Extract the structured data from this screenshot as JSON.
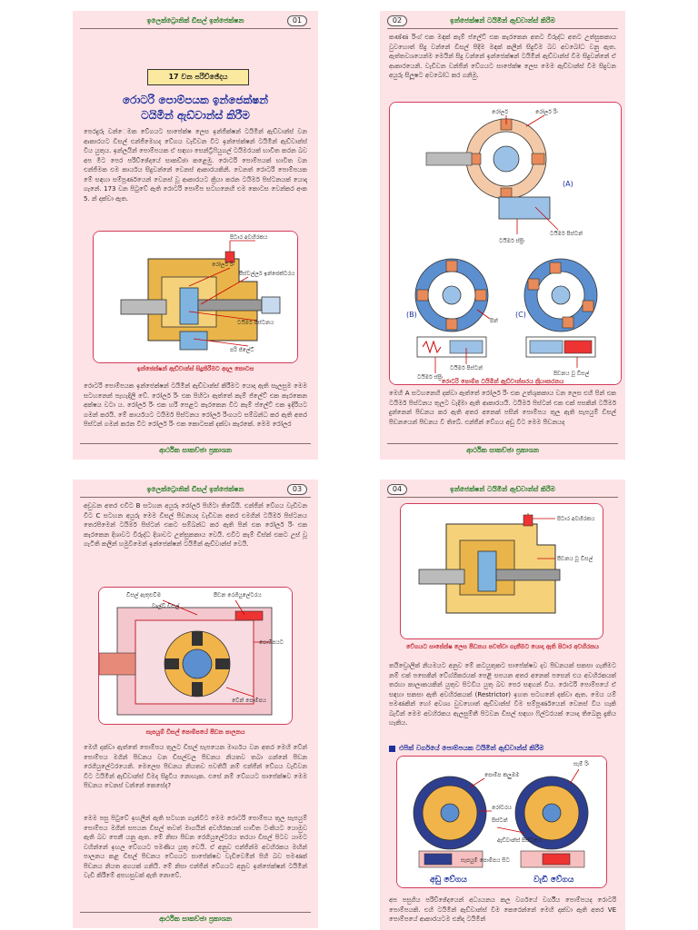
{
  "pages": [
    {
      "header": "ඉලෙක්ට්‍රොනික් ඩීසල් ඉන්ජෙක්ෂන",
      "number": "01",
      "chapter": "17 වන පරිච්ඡේදය",
      "title_line1": "රොටරි පොම්පයක ඉන්ජෙක්ෂන්",
      "title_line2": "ටයිමින් ඇඩ්වාන්ස් කිරීම",
      "body1": "පෙරදුරු වන්ෙමක වේගයට සාපේක්ෂ ලෙස ඉන්ජික්ෂන් ටයිමින් ඇඩ්වාන්ස් වන ආකාරයට ඩීසල් එන්ජිමෙහද වේගය වැඩිවන විට ඉන්ජෙක්ෂන් ටයිමින් ඇඩ්වාන්ස් විය යුතුය. ඉන්ලයින් පොම්පයක ඒ සඳහා සෙන්ට්‍රිෆියුගල් ටයිමරයක් භාවිත කරන බව අප මීට පෙර පරිච්ඡේදයේ සාකච්ඡා කළෙමු. රොටරි පොම්පයක් භාවිත වන එන්ජිමක එම කාර්යය සිදුවන්නේ වෙනස් ආකාරයකිනි. වෙනත් රොටරි පොම්පයක මේ සඳහා සම්පූර්ණයෙන් වෙනස් වූ ආකාරයට ක්‍රියා කරන ටයිමර් පිස්ටනයක් යොදා ගැනේ. 173 වන පිටුවේ ඇති රොටරි පොම්ප සටහනෙහි එම කොටස වෙන්කර අංක 5. න් දක්වා ඇත.",
      "fig1": {
        "labels": [
          "පිටාර අවහිරකය",
          "රෝලර් රිං",
          "පීස්වල්ලර් ඉන්ජෙක්ටරය",
          "ටයිමර් පිස්ටනය",
          "පරි ජ්ලේට්"
        ]
      },
      "caption1": "ඉන්ජෙක්ෂන් ඇඩ්වාන්ස් සිදුකිරීමට අදාල කොටස",
      "body2": "රොටරි පොම්පයක ඉන්ජෙක්ෂන් ටයිමින් ඇඩ්වාන්ස් කිරීමට යොදා ඇති සැලසුම මෙම සටහනෙන් පැහැදිලි වේ. රෝලර් රිං එක පිහිටා ඇත්තේ කැම් ජ්ලේට් එක කැරකෙන අක්ෂය වටා ය. රෝලර් රිං එක හරි පෙළට කැරකෙන විට කැම් ප්ලේට් එක ඉදිරියට ගමන් කරයි. මේ කාර්යයට ටයිමර් පිස්ටනය රෝලර් රිංගයට සම්බන්ධ කර ඇති අතර පිස්ටන් ගමන් කරන විට රෝලර් රිං එක කොටසක් දක්වා කැරකේ. මෙම රෝලර",
      "footer": "ආර්ථික සාකච්ඡා ප්‍රකාශන"
    },
    {
      "header": "ඉන්ජෙක්ෂන් ටයිමින් ඇඩ්වාන්ස් කිරීම",
      "number": "02",
      "body1": "කණ්ණ රිංග් එක මඳක් කැම් ප්ලේට් එක කැරකෙන අතට විරුද්ධ අතට උත්සුකකාය වුවහොත් සිදු වන්නේ ඩීසල් පිදීම මඳක් කලින් සිදුවීම බව අවබෝධ වනු ඇත. ඇත්තවශයෙන්ම මෙයින් සිදු වන්නේ ඉන්ජෙක්ෂන් ටයිමින් ඇඩ්වාන්ස් වීම සිදුවන්නේ ඒ ආකාරයෙනි. වැඩිවන වන්ජින් වේගයට සාපේක්ෂ ලෙස මෙම ඇඩ්වාන්ස් වීම සිදුවන අයුරු සිලූෂට අවබෝධ කර ගනිමු.",
      "figA": {
        "labels": [
          "රෝලර්",
          "රෝලර් රිං",
          "(A)",
          "ටයිමර් පිස්ටන්",
          "ටයිමර් ස්ප්‍රිං"
        ]
      },
      "figBC": {
        "labels": [
          "(B)",
          "(C)",
          "පින්",
          "ටයිමර් පිස්ටන්",
          "ටයිමර් ස්ප්‍රිං",
          "පිඩනය වූ ඩීසල්"
        ]
      },
      "caption1": "රොටරි පොම්ප ටයිමින් ඇඩ්වාන්සරය ක්‍රියාකරනය",
      "body2": "මෙහි A සටහනෙහි දක්වා ඇත්තේ රෝලර් රිං එක උත්ශුකකාය වන ලෙස එහි පින් එක ටයිමර් පිස්ටනය තුලට වැදීමා ඇති ආකාරයයි. ටයිමර් පිස්ටන් එක එක් පසකින් ටයිමර් දුන්නෙන් පීඩනය කර ඇති අතර අනෙක් පසින් පොම්පය තුල ඇති සැපයුම් ඩීසල් පීඩනයෙන් පීඩනය වී තිබේ. එන්ජින් වේගය අඩු විට මෙම පීඩනයද",
      "footer": "ආර්ථික සාකච්ඡා ප්‍රකාශන"
    },
    {
      "header": "ඉලෙක්ට්‍රොනික් ඩීසල් ඉන්ජෙක්ෂන",
      "number": "03",
      "body1": "අඩුවන අතර එවිට B සටහන අයුරු රෝලර් පිහිටා තිබේයි. එන්ජින් වේගය වැඩිවන විට C සටහන අයුරු මෙම ඩීසල් පීඩනයද වැඩිවන අතර එමගින් ටයිමර් පිස්ටනය තෙරපිමෙන් ටයිමර් පිස්ටන් එකට සම්බන්ධ කර ඇති පින් එක රෝලර් රිං එක කැරකෙන දිශාවට විරුද්ධ දිශාවට උත්සුකකාය වෙයි. එවිට කැම් ඩිස්ක් එකට උස් වූ ගැටිති කලින් හමුවීමෙන් ඉන්ජෙක්ෂන් ටයිමින් ඇඩ්වාන්ස් වෙයි.",
      "fig1": {
        "labels": [
          "ඩීසල් ඇතුළුවීම",
          "වාල්ව් ඩීසල්",
          "පීඩන රෙගියුලේටරය",
          "පොම්පයට",
          "වේන් පොම්පය"
        ]
      },
      "caption1": "සැපයුම් ඩීසල් පොම්පයේ පීඩන පාලනය",
      "body2": "මෙහි දක්වා ඇත්තේ පොම්පය තුලට ඩීසල් සැපයෙන මාර්ගය වන අතර මෙහි වේන් පොම්පය මගින් පීඩනය වන ඩීසල්වල පීඩනය නියතව තබා ගන්නේ පීඩන රෙගියුලේටරයෙනි. මෙලෙස පීඩනය නියතව පවතියි නම් එන්ජින් වේගය වැඩිවන විට ටයිමින් ඇඩ්වාන්ස් විමද සිදුවිය නොහැක. එසේ නම් වේගයට සාපේක්ෂව මෙම පීඩනය වෙනස් වන්නේ කෙසේද?",
      "body3": "මෙම පසු පිටුවේ ඉහලින් ඇති සටහන ගැන්විට මෙම රොටරි පොම්පය තුල සැපයුම් පොම්පය මගින් සපයන ඩීසල් තවත් මාගයින් අවහිරකයක් භාවිත ටංකියට යොමුව ඇති බව පෙනී යනු ඇත. මේ නිසා පීඩන රෙගියුලේටරය තරයා ඩීසල් පිටව යාමට වහින්නේ ඉහල වේගයට පමණිය යුතු වෙයි. ඒ අනුව එන්ජින්ම අවහිරකය මඟින් පාලනය කළ ඩීසල් පීඩනය වේගයට සාපේක්ෂව වැඩිවෙමින් පිහි බව පමණක් පීඩනය නියත අගයක් ගනියි. මේ නිසා එන්ජින් වේගයට අනුව ඉන්ජෙක්ෂන් ටයිමින් වැඩි කිරීමේ අපහසුවක් ඇති නොවේ.",
      "footer": "ආර්ථික සාකච්ඡා ප්‍රකාශන"
    },
    {
      "header": "ඉන්ජෙක්ෂන් ටයිමින් ඇඩ්වාන්ස් කිරීම",
      "number": "04",
      "fig1": {
        "labels": [
          "පිටාර අවහිරකය",
          "පීඩනය වූ ඩීසල්"
        ]
      },
      "caption1": "වේගයට සාපේක්ෂ ලෙස පීඩනය පවත්වා ගැනීමට යොදා ඇති පිටාර අවහිරකය",
      "body1": "තයිඩ්‍රොලික් නියමයට අනුව මේ කටයුතුකට සාපේක්ෂව දව පීඩනයක් සකසා ගැනීමට නම් එක් පසෙකින් වේග්ගිකරයක් පෙළි සපයන අතර අනෙක් පසෙන් එය අවහිරකයක් තරහා කාලාකයකින් යුතුව පිටවිය යුතු බව පෙර සඳහන් විය. රොටරි පොම්පයේ ඒ සඳහා සකසා ඇති අවහිරකයක් (Restrictor) ඉහත සටහනේ දක්වා ඇත. මෙය යම් පමණකින් හෝ අවශ්‍ය වුවහොත් ඇඩ්වාන්ස් වීම සම්පූර්ණයෙන් වෙනස් විය හැකි බැවින් මෙම අවහිරකය ඇලසුම්තී පිටවන ඩීසල් සඳහා ෆිල්ටරයක් යොදා තිබෙනු දැකිය හැකිය.",
      "subhead": "එපික් වර්ගයේ පොම්පයක ටයිමින් ඇඩ්වාන්ස් කිරීම",
      "fig2": {
        "labels": [
          "පොම්ප කලුමම",
          "සැම් රිං",
          "රෝටරය",
          "පිස්ටන්",
          "ඇඩ්වාන්ස් පිස්ටනය",
          "සැපයුම් පොම්පය සිට",
          "අඩු වේගය",
          "වැඩි වේගය"
        ]
      },
      "body2": "අප පසුගිය පරිච්ඡේදයෙන් අධ්‍යයනය කල වර්ගයේ වර්ගීය පොම්පයද රොටරි පොම්පයකි. එහි ටයිමින් ඇඩ්වාන්ස් වීම කෙරෙන්නේ මෙහි දක්වා ඇති අතර VE පොම්පයේ ආකාරයටම එනිද ටයිමින්",
      "footer": "ආර්ථික සාකච්ඡා ප්‍රකාශන"
    }
  ],
  "colors": {
    "page_bg": "#fde3e6",
    "accent_red": "#c0252f",
    "title_blue": "#1c2f9c",
    "header_green": "#1e7a1e"
  }
}
